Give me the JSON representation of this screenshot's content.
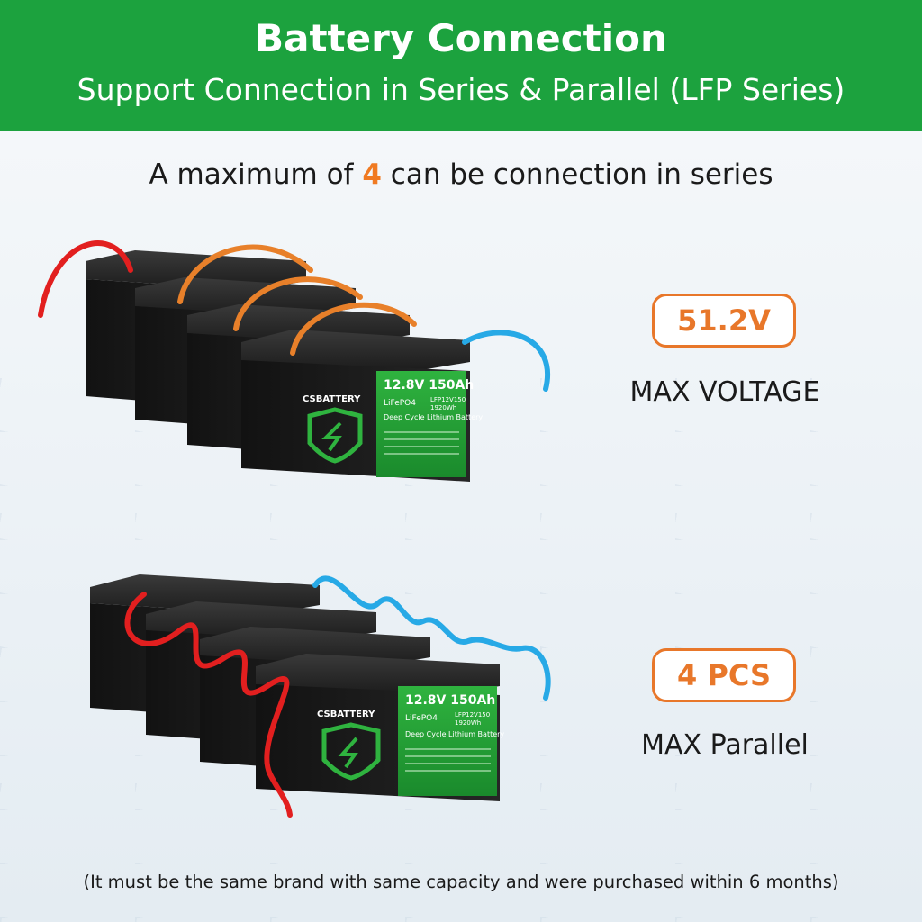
{
  "header": {
    "title": "Battery Connection",
    "subtitle": "Support Connection in Series & Parallel (LFP Series)"
  },
  "series": {
    "prefix": "A maximum of ",
    "count": "4",
    "suffix": " can be connection in series",
    "badge": "51.2V",
    "label": "MAX VOLTAGE"
  },
  "parallel": {
    "badge": "4 PCS",
    "label": "MAX Parallel"
  },
  "battery_label": {
    "brand": "CSBATTERY",
    "voltage_capacity": "12.8V 150Ah",
    "chemistry": "LiFePO4",
    "model": "LFP12V150",
    "energy": "1920Wh",
    "type": "Deep Cycle Lithium Battery"
  },
  "footer": {
    "note": "(It must be the same brand with same capacity and were purchased within 6 months)"
  },
  "colors": {
    "header_green": "#1ca23e",
    "accent_orange": "#e8772a",
    "cable_red": "#e21f1f",
    "cable_blue": "#27a9e6",
    "cable_orange": "#e8802a"
  }
}
